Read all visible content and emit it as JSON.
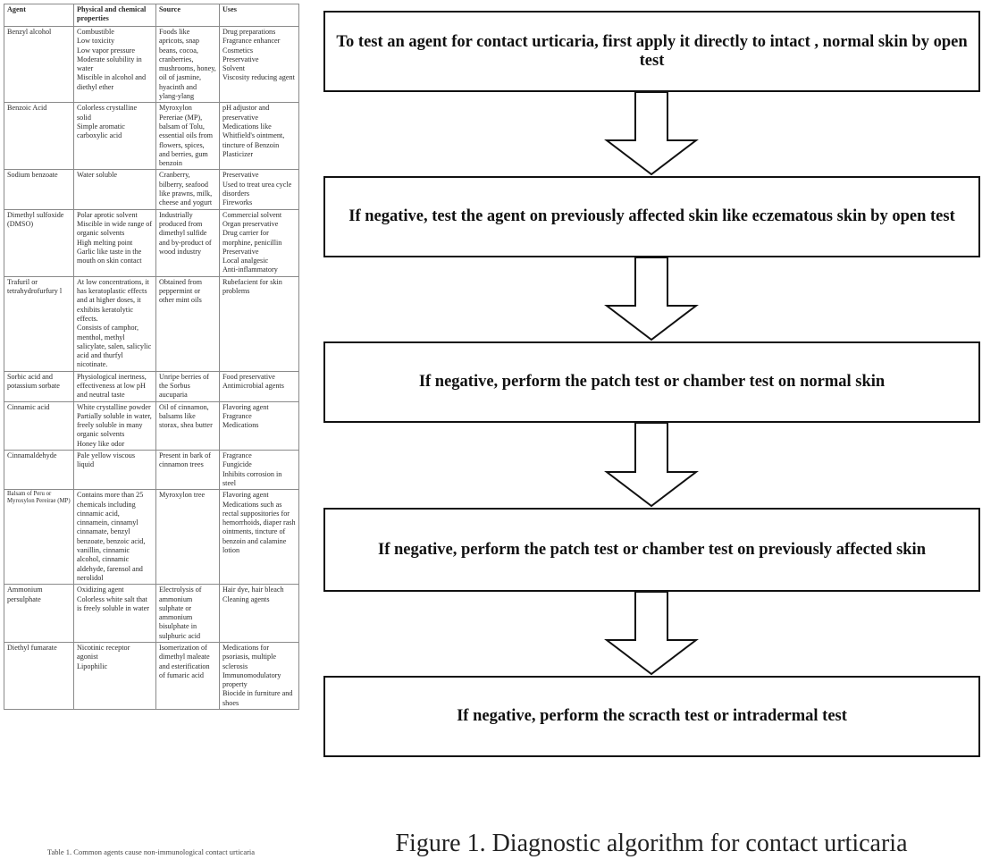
{
  "table": {
    "headers": [
      "Agent",
      "Physical and chemical properties",
      "Source",
      "Uses"
    ],
    "rows": [
      {
        "agent": [
          "Benzyl alcohol"
        ],
        "properties": [
          "Combustible",
          "Low toxicity",
          "Low vapor pressure",
          "Moderate solubility in water",
          "Miscible in alcohol and diethyl ether"
        ],
        "source": [
          "Foods like apricots, snap beans, cocoa, cranberries, mushrooms, honey, oil of jasmine, hyacinth and ylang-ylang"
        ],
        "uses": [
          "Drug preparations",
          "Fragrance enhancer",
          "Cosmetics",
          "Preservative",
          "Solvent",
          "Viscosity reducing agent"
        ]
      },
      {
        "agent": [
          "Benzoic Acid"
        ],
        "properties": [
          "Colorless crystalline solid",
          "Simple aromatic carboxylic acid"
        ],
        "source": [
          "Myroxylon Pereriae (MP), balsam of Tolu, essential oils from flowers, spices, and berries, gum benzoin"
        ],
        "uses": [
          "pH adjustor and preservative",
          "Medications like Whitfield's ointment, tincture of Benzoin",
          "Plasticizer"
        ]
      },
      {
        "agent": [
          "Sodium benzoate"
        ],
        "properties": [
          "Water soluble"
        ],
        "source": [
          "Cranberry, bilberry, seafood like prawns, milk, cheese and yogurt"
        ],
        "uses": [
          "Preservative",
          "Used to treat urea cycle disorders",
          "Fireworks"
        ]
      },
      {
        "agent": [
          "Dimethyl sulfoxide (DMSO)"
        ],
        "properties": [
          "Polar aprotic solvent",
          "Miscible in wide range of organic solvents",
          "High melting point",
          "Garlic like taste in the mouth on skin contact"
        ],
        "source": [
          "Industrially produced from dimethyl sulfide and by-product of wood industry"
        ],
        "uses": [
          "Commercial solvent",
          "Organ preservative",
          "Drug carrier for morphine, penicillin",
          "Preservative",
          "Local analgesic",
          "Anti-inflammatory"
        ]
      },
      {
        "agent": [
          "Trafuril or tetrahydrofurfury l"
        ],
        "properties": [
          "At low concentrations, it has keratoplastic effects and at higher doses, it exhibits keratolytic effects.",
          "Consists of camphor, menthol, methyl salicylate, salen, salicylic acid and thurfyl nicotinate."
        ],
        "source": [
          "Obtained from peppermint or other mint oils"
        ],
        "uses": [
          "Rubefacient for skin problems"
        ]
      },
      {
        "agent": [
          "Sorbic acid and potassium sorbate"
        ],
        "properties": [
          "Physiological inertness, effectiveness at low pH and neutral taste"
        ],
        "source": [
          "Unripe berries of the Sorbus aucuparia"
        ],
        "uses": [
          "Food preservative",
          "Antimicrobial agents"
        ]
      },
      {
        "agent": [
          "Cinnamic acid"
        ],
        "properties": [
          "White crystalline powder",
          "Partially soluble in water, freely soluble in many organic solvents",
          "Honey like odor"
        ],
        "source": [
          "Oil of cinnamon, balsams like storax, shea butter"
        ],
        "uses": [
          "Flavoring agent",
          "Fragrance",
          "Medications"
        ]
      },
      {
        "agent": [
          "Cinnamaldehyde"
        ],
        "properties": [
          "Pale yellow viscous liquid"
        ],
        "source": [
          "Present in bark of cinnamon trees"
        ],
        "uses": [
          "Fragrance",
          "Fungicide",
          "Inhibits corrosion in steel"
        ]
      },
      {
        "agent": [
          "Balsam of Peru or Myroxylon Pereirae (MP)"
        ],
        "small": true,
        "properties": [
          "Contains more than 25 chemicals including cinnamic acid, cinnamein, cinnamyl cinnamate, benzyl benzoate, benzoic acid, vanillin, cinnamic alcohol, cinnamic aldehyde, farensol and nerolidol"
        ],
        "source": [
          "Myroxylon tree"
        ],
        "uses": [
          "Flavoring agent",
          "Medications such as rectal suppositories for hemorrhoids, diaper rash ointments, tincture of benzoin and calamine lotion"
        ]
      },
      {
        "agent": [
          "Ammonium persulphate"
        ],
        "properties": [
          "Oxidizing agent",
          "Colorless white salt that is freely soluble in water"
        ],
        "source": [
          "Electrolysis of ammonium sulphate or ammonium bisulphate in sulphuric acid"
        ],
        "uses": [
          "Hair dye, hair bleach",
          "Cleaning agents"
        ]
      },
      {
        "agent": [
          "Diethyl fumarate"
        ],
        "properties": [
          "Nicotinic receptor agonist",
          "Lipophilic"
        ],
        "source": [
          "Isomerization of dimethyl maleate and esterification of fumaric acid"
        ],
        "uses": [
          "Medications for psoriasis, multiple sclerosis",
          "Immunomodulatory property",
          "Biocide in furniture and shoes"
        ]
      }
    ],
    "caption": "Table 1. Common agents cause non-immunological contact urticaria"
  },
  "flowchart": {
    "steps": [
      "To test an agent for contact urticaria, first apply it directly to intact , normal skin by open test",
      "If negative, test the agent on previously affected skin like eczematous skin by open test",
      "If negative, perform the patch test or chamber test on normal skin",
      "If negative, perform the patch test or chamber test on previously affected skin",
      "If negative, perform the scracth test or intradermal test"
    ],
    "caption": "Figure 1. Diagnostic algorithm for contact urticaria"
  }
}
